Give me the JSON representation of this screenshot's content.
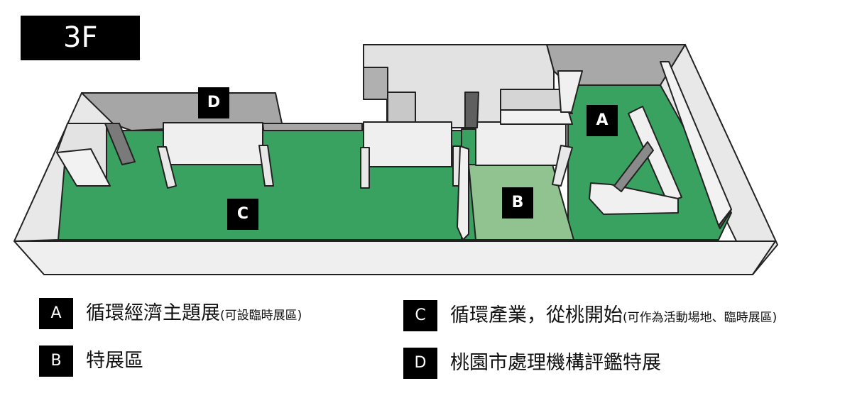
{
  "floor": {
    "label": "3F"
  },
  "colors": {
    "zone_floor": "#3aa260",
    "zone_b_floor": "#90c390",
    "wall": "#ebebeb",
    "wall_dark": "#a6a6a6",
    "outline": "#222222",
    "label_bg": "#000000",
    "label_text": "#ffffff"
  },
  "map_labels": [
    {
      "id": "A",
      "text": "A"
    },
    {
      "id": "B",
      "text": "B"
    },
    {
      "id": "C",
      "text": "C"
    },
    {
      "id": "D",
      "text": "D"
    }
  ],
  "legend": [
    {
      "key": "A",
      "text": "循環經濟主題展",
      "note": "(可設臨時展區)"
    },
    {
      "key": "B",
      "text": "特展區",
      "note": ""
    },
    {
      "key": "C",
      "text": "循環產業，從桃開始",
      "note": "(可作為活動場地、臨時展區)"
    },
    {
      "key": "D",
      "text": "桃園市處理機構評鑑特展",
      "note": ""
    }
  ]
}
